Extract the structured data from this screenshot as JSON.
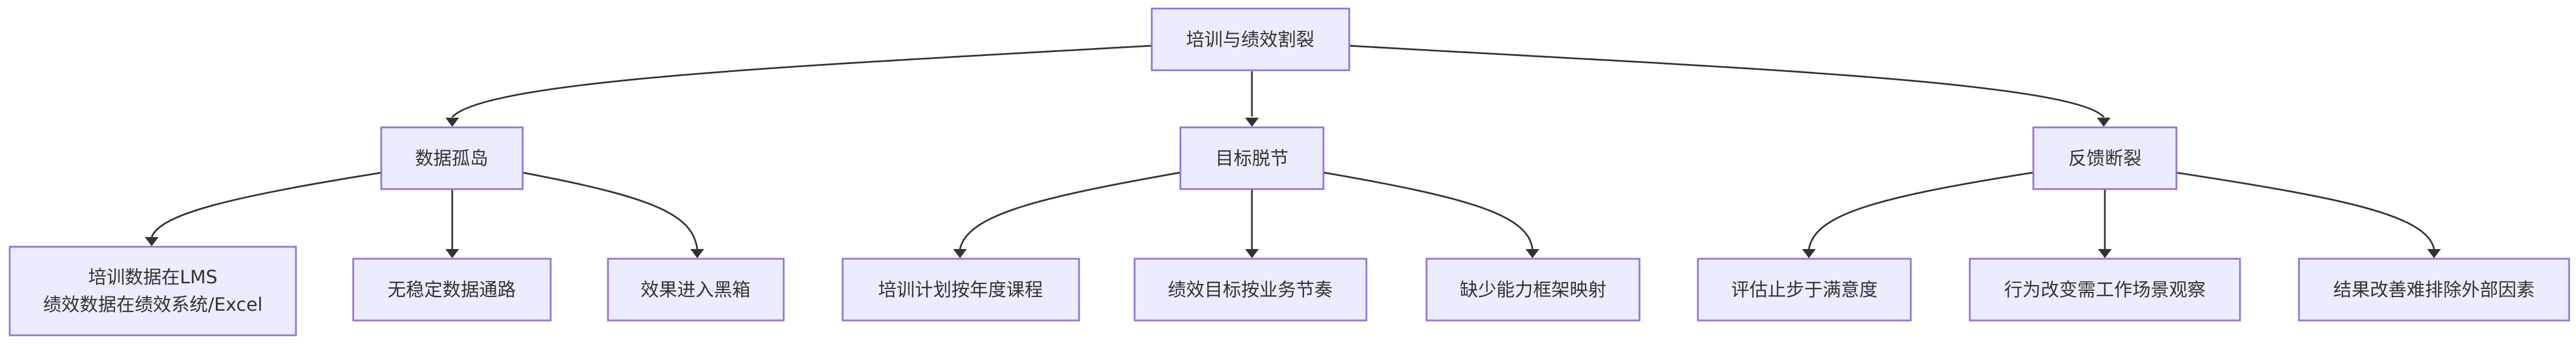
{
  "diagram": {
    "root": "培训与绩效割裂",
    "branches": [
      {
        "label": "数据孤岛",
        "children": [
          "培训数据在LMS\n绩效数据在绩效系统/Excel",
          "无稳定数据通路",
          "效果进入黑箱"
        ]
      },
      {
        "label": "目标脱节",
        "children": [
          "培训计划按年度课程",
          "绩效目标按业务节奏",
          "缺少能力框架映射"
        ]
      },
      {
        "label": "反馈断裂",
        "children": [
          "评估止步于满意度",
          "行为改变需工作场景观察",
          "结果改善难排除外部因素"
        ]
      }
    ]
  },
  "colors": {
    "node_fill": "#ECECFF",
    "node_stroke": "#9370DB",
    "edge": "#333333",
    "text": "#333333"
  }
}
